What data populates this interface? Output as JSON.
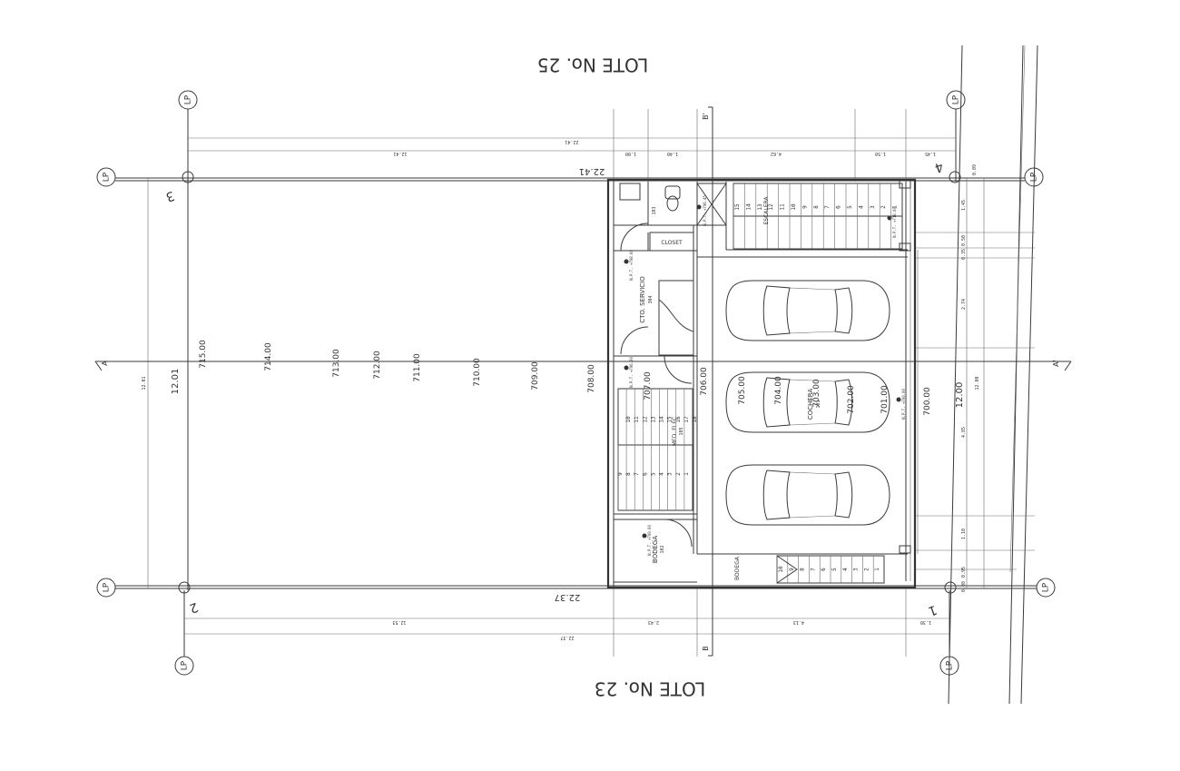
{
  "lots": {
    "top": "LOTE No. 25",
    "bottom": "LOTE No. 23"
  },
  "gridBubble": "LP",
  "axes": {
    "axisA": "A",
    "axisB": "B",
    "axisBprime": "B'",
    "axisAprime": "A'"
  },
  "corners": {
    "c1": "1",
    "c2": "2",
    "c3": "3",
    "c4": "4"
  },
  "dims": {
    "top_total_a": "22.41",
    "top_total_b": "22.41",
    "top_seg1": "12.41",
    "top_seg2": "1.00",
    "top_seg3": "1.40",
    "top_seg4": "4.62",
    "top_seg5": "1.50",
    "top_seg6": "1.45",
    "bot_total_a": "22.37",
    "bot_total_b": "22.37",
    "bot_seg1": "12.53",
    "bot_seg2": "2.43",
    "bot_seg3": "4.13",
    "bot_seg4": "1.30",
    "left_a": "12.01",
    "left_b": "12.01",
    "right_a": "12.00",
    "right_b": "12.00",
    "right_s1": "0.09",
    "right_s2": "1.45",
    "right_s3": "0.35",
    "right_s4": "0.50",
    "right_s5": "2.74",
    "right_s6": "4.85",
    "right_s7": "1.10",
    "right_s8": "0.95",
    "right_s9": "0.08"
  },
  "contours": [
    "715.00",
    "714.00",
    "713.00",
    "712.00",
    "711.00",
    "710.00",
    "709.00",
    "708.00",
    "707.00",
    "706.00",
    "705.00",
    "704.00",
    "703.00",
    "702.00",
    "701.00",
    "700.00"
  ],
  "rooms": {
    "closet": "CLOSET",
    "servicio": "CTO. SERVICIO",
    "servicio_code": "304",
    "bodega": "BODEGA",
    "bodega_code": "102",
    "bodega2": "BODEGA",
    "cochera": "COCHERA",
    "cochera_code": "101",
    "medidores": "MED. ELEC",
    "medidores_code": "105",
    "bano_code": "103",
    "escalera": "ESCALERA"
  },
  "levels": {
    "npt1": "N.P.T. +708.60",
    "npt2": "N.P.T. +706.30",
    "npt3": "N.P.T. +706.45",
    "npt4": "N.P.T. +700.00",
    "npt5": "N.P.T. +709.00",
    "npt6": "N.P.T. +710.00"
  },
  "stairs_left": [
    "1",
    "2",
    "3",
    "4",
    "5",
    "6",
    "7",
    "8",
    "9",
    "10",
    "11",
    "12",
    "13",
    "14",
    "15",
    "16",
    "17",
    "18"
  ],
  "stairs_top": [
    "1",
    "2",
    "3",
    "4",
    "5",
    "6",
    "7",
    "8",
    "9",
    "10",
    "11",
    "12",
    "13",
    "14",
    "15"
  ],
  "stairs_bottom": [
    "1",
    "2",
    "3",
    "4",
    "5",
    "6",
    "7",
    "8",
    "9",
    "10"
  ]
}
